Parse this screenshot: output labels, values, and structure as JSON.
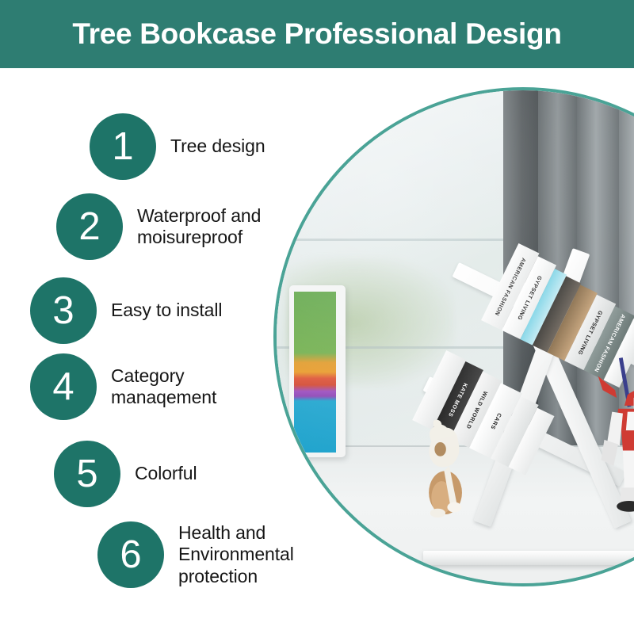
{
  "header": {
    "title": "Tree Bookcase Professional Design",
    "background_color": "#2e7d72",
    "text_color": "#ffffff"
  },
  "theme": {
    "badge_color": "#1e7468",
    "ring_color": "#4aa396",
    "body_text_color": "#161616",
    "page_background": "#ffffff"
  },
  "features": [
    {
      "number": "1",
      "label": "Tree design"
    },
    {
      "number": "2",
      "label": "Waterproof and\nmoisureproof"
    },
    {
      "number": "3",
      "label": "Easy to install"
    },
    {
      "number": "4",
      "label": "Category\nmanaqement"
    },
    {
      "number": "5",
      "label": "Colorful"
    },
    {
      "number": "6",
      "label": "Health and\nEnvironmental protection"
    }
  ],
  "product_photo": {
    "alt": "White tree-shaped bookcase with books and figurines on a desk",
    "shape": "circle",
    "books": [
      {
        "title": "AMERICAN FASHION",
        "spine_color": "#f2f3f3"
      },
      {
        "title": "GYPSET LIVING",
        "spine_color": "#ffffff"
      },
      {
        "title": "GYPSET LIVING",
        "spine_color": "#e9ecec"
      },
      {
        "title": "AMERICAN FASHION",
        "spine_color": "#7f8d8b"
      },
      {
        "title": "KATE MOSS",
        "spine_color": "#1a1a1a"
      },
      {
        "title": "WILD WORLD",
        "spine_color": "#f4f4f4"
      },
      {
        "title": "CARS",
        "spine_color": "#ffffff"
      }
    ],
    "objects": [
      {
        "name": "tablet",
        "screen_colors": [
          "#5aa342",
          "#e09a2a",
          "#d34a33",
          "#9b4ec0",
          "#22a6cf"
        ]
      },
      {
        "name": "cubone-figurine",
        "colors": [
          "#f0ece4",
          "#c79a6a"
        ]
      },
      {
        "name": "gundam-figurine",
        "colors": [
          "#ffffff",
          "#cf3b33",
          "#3a3f8c"
        ]
      },
      {
        "name": "curtain",
        "colors": [
          "#4d5356",
          "#8d9497",
          "#b6bbbd"
        ]
      }
    ]
  }
}
